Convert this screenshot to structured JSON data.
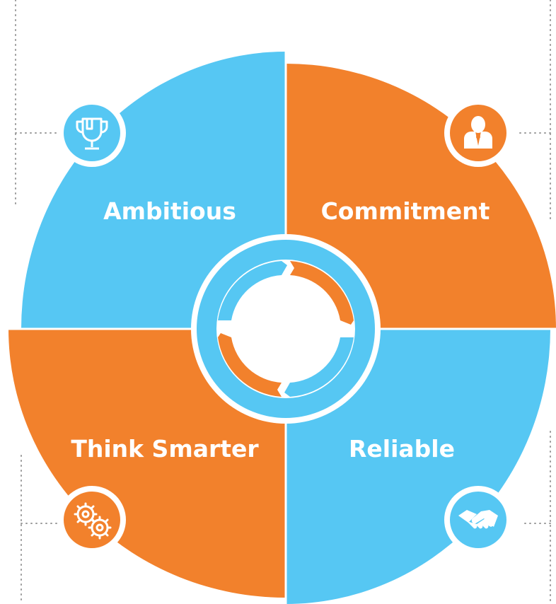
{
  "diagram": {
    "quadrants": [
      {
        "id": "top-left",
        "label": "Ambitious",
        "color": "#56c7f3",
        "icon": "trophy-icon"
      },
      {
        "id": "top-right",
        "label": "Commitment",
        "color": "#f2812c",
        "icon": "businessman-icon"
      },
      {
        "id": "bottom-left",
        "label": "Think Smarter",
        "color": "#f2812c",
        "icon": "gears-icon"
      },
      {
        "id": "bottom-right",
        "label": "Reliable",
        "color": "#56c7f3",
        "icon": "handshake-icon"
      }
    ],
    "center": {
      "icon": "cycle-arrows-icon"
    }
  }
}
